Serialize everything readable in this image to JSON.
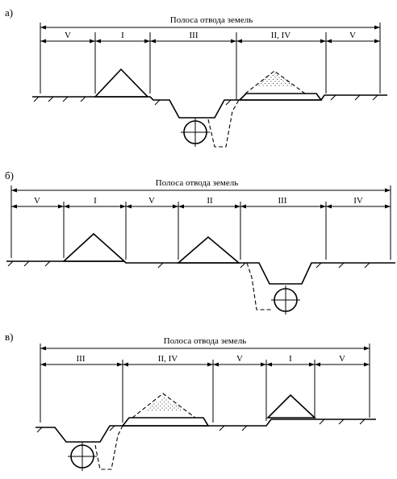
{
  "colors": {
    "ink": "#000000",
    "background": "#ffffff"
  },
  "diagrams": [
    {
      "label": "а)",
      "title": "Полоса отвода земель",
      "zones": [
        "V",
        "I",
        "III",
        "II, IV",
        "V"
      ]
    },
    {
      "label": "б)",
      "title": "Полоса отвода земель",
      "zones": [
        "V",
        "I",
        "V",
        "II",
        "III",
        "IV"
      ]
    },
    {
      "label": "в)",
      "title": "Полоса отвода земель",
      "zones": [
        "III",
        "II, IV",
        "V",
        "I",
        "V"
      ]
    }
  ]
}
